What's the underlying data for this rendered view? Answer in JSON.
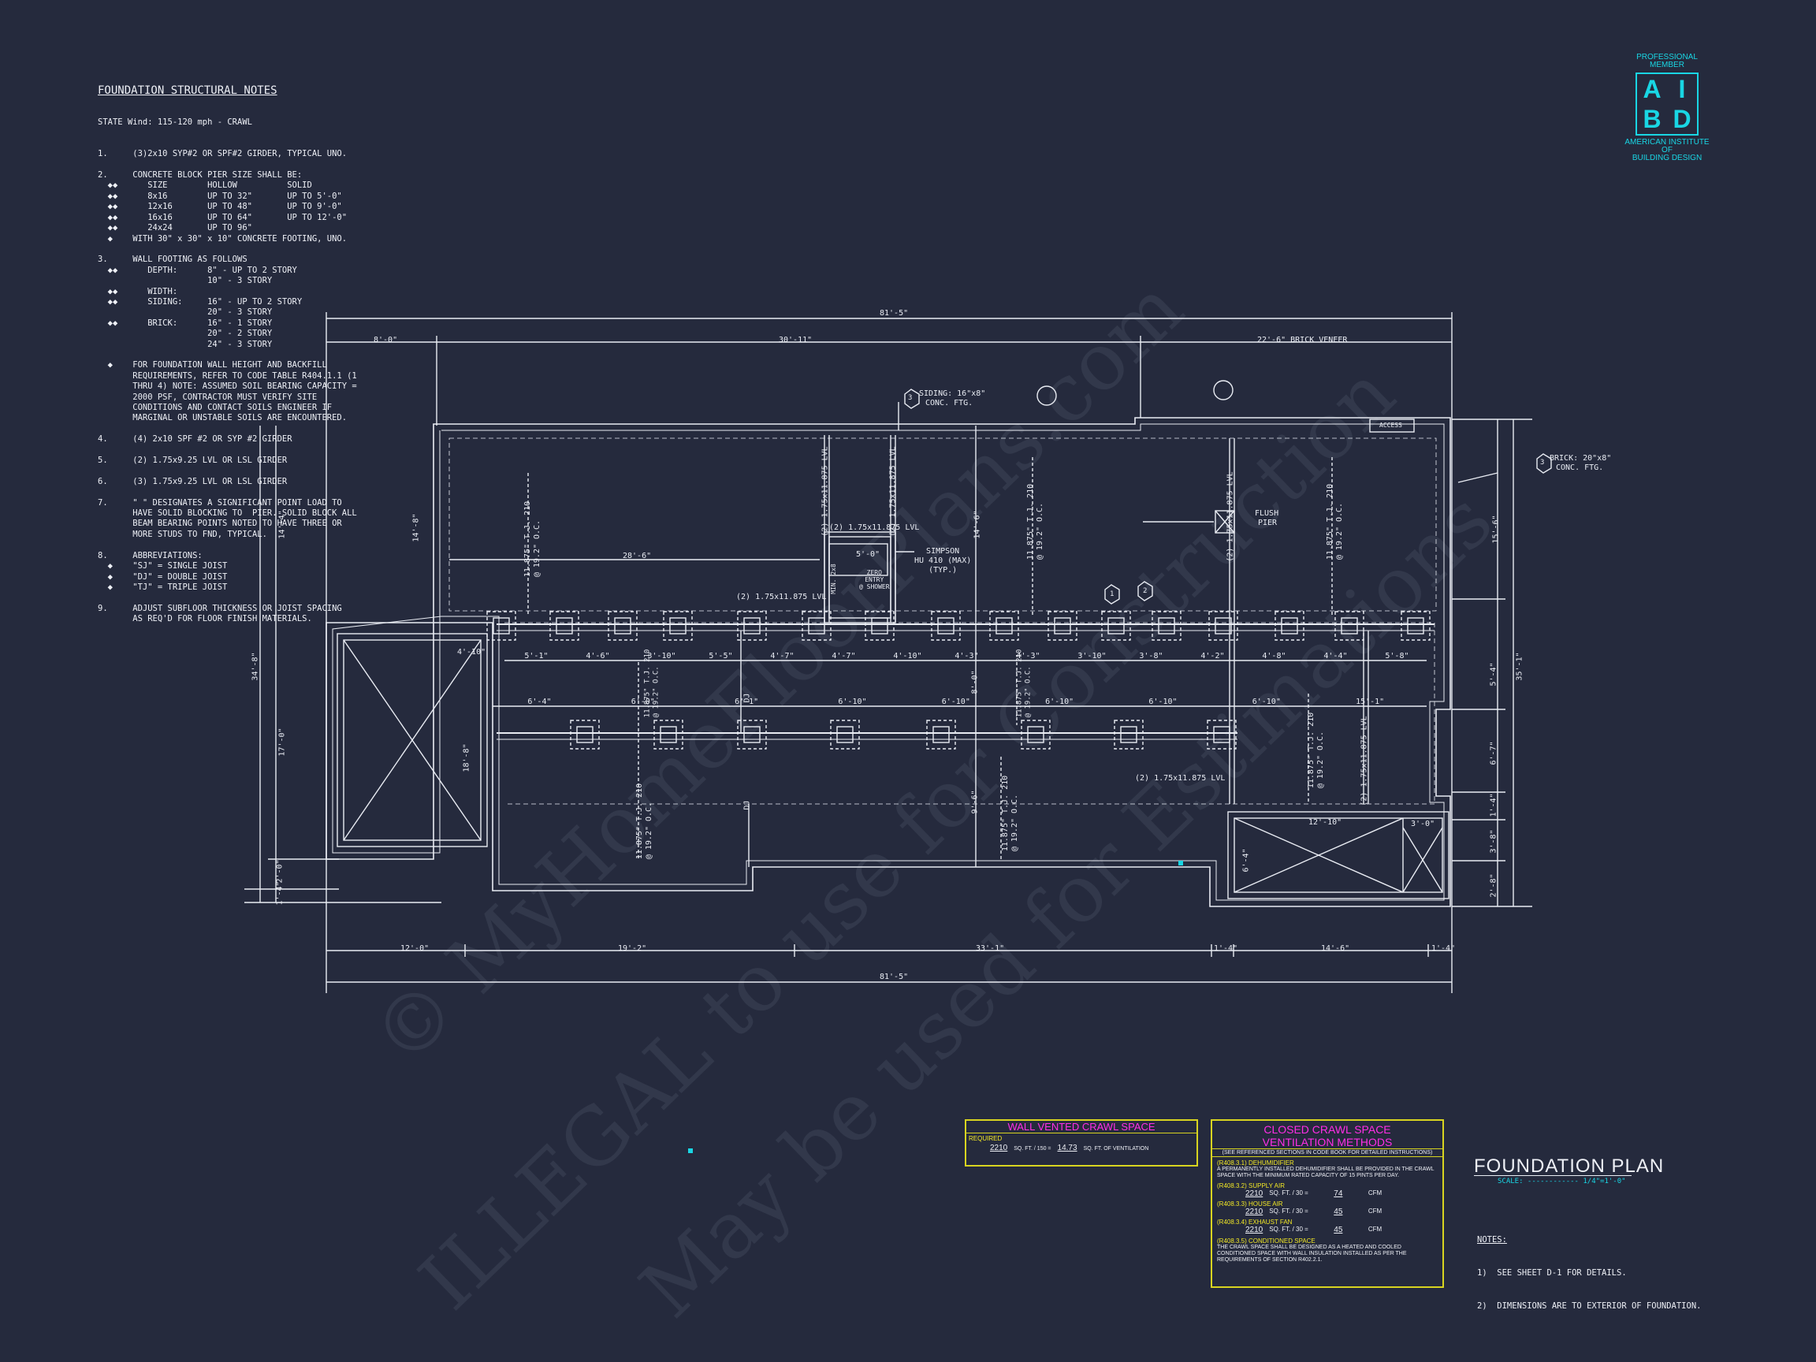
{
  "notes": {
    "title": "FOUNDATION STRUCTURAL NOTES",
    "subtitle": "STATE Wind: 115-120 mph - CRAWL",
    "items": [
      "1.     (3)2x10 SYP#2 OR SPF#2 GIRDER, TYPICAL UNO.",
      "",
      "2.     CONCRETE BLOCK PIER SIZE SHALL BE:",
      "  ◆◆      SIZE        HOLLOW          SOLID",
      "  ◆◆      8x16        UP TO 32\"       UP TO 5'-0\"",
      "  ◆◆      12x16       UP TO 48\"       UP TO 9'-0\"",
      "  ◆◆      16x16       UP TO 64\"       UP TO 12'-0\"",
      "  ◆◆      24x24       UP TO 96\"",
      "  ◆    WITH 30\" x 30\" x 10\" CONCRETE FOOTING, UNO.",
      "",
      "3.     WALL FOOTING AS FOLLOWS",
      "  ◆◆      DEPTH:      8\" - UP TO 2 STORY",
      "                      10\" - 3 STORY",
      "  ◆◆      WIDTH:",
      "  ◆◆      SIDING:     16\" - UP TO 2 STORY",
      "                      20\" - 3 STORY",
      "  ◆◆      BRICK:      16\" - 1 STORY",
      "                      20\" - 2 STORY",
      "                      24\" - 3 STORY",
      "",
      "  ◆    FOR FOUNDATION WALL HEIGHT AND BACKFILL",
      "       REQUIREMENTS, REFER TO CODE TABLE R404.1.1 (1",
      "       THRU 4) NOTE: ASSUMED SOIL BEARING CAPACITY =",
      "       2000 PSF, CONTRACTOR MUST VERIFY SITE",
      "       CONDITIONS AND CONTACT SOILS ENGINEER IF",
      "       MARGINAL OR UNSTABLE SOILS ARE ENCOUNTERED.",
      "",
      "4.     (4) 2x10 SPF #2 OR SYP #2 GIRDER",
      "",
      "5.     (2) 1.75x9.25 LVL OR LSL GIRDER",
      "",
      "6.     (3) 1.75x9.25 LVL OR LSL GIRDER",
      "",
      "7.     \" \" DESIGNATES A SIGNIFICANT POINT LOAD TO",
      "       HAVE SOLID BLOCKING TO  PIER. SOLID BLOCK ALL",
      "       BEAM BEARING POINTS NOTED TO HAVE THREE OR",
      "       MORE STUDS TO FND, TYPICAL.",
      "",
      "8.     ABBREVIATIONS:",
      "  ◆    \"SJ\" = SINGLE JOIST",
      "  ◆    \"DJ\" = DOUBLE JOIST",
      "  ◆    \"TJ\" = TRIPLE JOIST",
      "",
      "9.     ADJUST SUBFLOOR THICKNESS OR JOIST SPACING",
      "       AS REQ'D FOR FLOOR FINISH MATERIALS."
    ]
  },
  "logo": {
    "top": "PROFESSIONAL",
    "top2": "MEMBER",
    "letters": [
      "A",
      "I",
      "B",
      "D"
    ],
    "line1": "AMERICAN INSTITUTE",
    "line2": "OF",
    "line3": "BUILDING DESIGN"
  },
  "watermark": {
    "line1": "© MyHomeFloorPlans.com",
    "line2": "ILLEGAL to use for Construction",
    "line3": "May be used for Estimations"
  },
  "dims": {
    "overall_top": "81'-5\"",
    "overall_bottom": "81'-5\"",
    "top_seg1": "8'-0\"",
    "top_seg2": "30'-11\"",
    "top_seg3": "22'-6\" BRICK VENEER",
    "bot_seg1": "12'-0\"",
    "bot_seg2": "19'-2\"",
    "bot_seg3": "33'-1\"",
    "bot_seg4": "1'-4\"",
    "bot_seg5": "14'-6\"",
    "bot_seg6": "1'-4\"",
    "left_overall": "34'-8\"",
    "left_a": "14'-4\"",
    "left_b": "17'-0\"",
    "left_c": "2'-0\"",
    "left_d": "1'-4\"",
    "right_overall": "35'-1\"",
    "right_a": "15'-6\"",
    "right_b": "5'-4\"",
    "right_c": "6'-7\"",
    "right_d": "1'-4\"",
    "right_e": "3'-8\"",
    "right_f": "2'-8\"",
    "row1": [
      "5'-1\"",
      "4'-6\"",
      "3'-10\"",
      "5'-5\"",
      "4'-7\"",
      "4'-7\"",
      "4'-10\"",
      "4'-3\"",
      "4'-3\"",
      "3'-10\"",
      "3'-8\"",
      "4'-2\"",
      "4'-8\"",
      "4'-4\"",
      "5'-8\""
    ],
    "row2": [
      "6'-4\"",
      "6'-0\"",
      "6'-1\"",
      "6'-10\"",
      "6'-10\"",
      "6'-10\"",
      "6'-10\"",
      "6'-10\"",
      "15'-1\""
    ],
    "misc_28": "28'-6\"",
    "misc_146": "14'-6\"",
    "misc_148": "14'-8\"",
    "misc_80": "8'-0\"",
    "misc_96": "9'-6\"",
    "misc_188": "18'-8\"",
    "misc_410": "4'-10\"",
    "misc_50": "5'-0\"",
    "misc_1210": "12'-10\"",
    "misc_30": "3'-0\"",
    "misc_64": "6'-4\""
  },
  "labels": {
    "siding_ftg": "SIDING: 16\"x8\"",
    "siding_ftg2": "CONC. FTG.",
    "brick_ftg": "BRICK: 20\"x8\"",
    "brick_ftg2": "CONC. FTG.",
    "access": "ACCESS",
    "flush_pier": "FLUSH",
    "flush_pier2": "PIER",
    "simpson": "SIMPSON",
    "simpson2": "HU 410 (MAX)",
    "simpson3": "(TYP.)",
    "lvl_a": "(2) 1.75x11.875 LVL",
    "lvl_b": "(2) 1.75x11.875 LVL",
    "lvl_c": "(2) 1.75x11.875 LVL",
    "joist": "11.875\" T.J. 210",
    "joist2": "@ 19.2\" O.C.",
    "dj": "DJ",
    "zero_entry": "ZERO",
    "zero_entry2": "ENTRY",
    "zero_entry3": "@ SHOWER",
    "min": "MIN. 2x8",
    "tag1": "1",
    "tag2": "2",
    "tag3": "3"
  },
  "wall_vented": {
    "title": "WALL VENTED CRAWL SPACE",
    "required": "REQUIRED",
    "area": "2210",
    "sq1": "SQ. FT. / 150 =",
    "result": "14.73",
    "sq2": "SQ. FT. OF VENTILATION"
  },
  "closed_crawl": {
    "title": "CLOSED CRAWL SPACE",
    "title2": "VENTILATION METHODS",
    "ref": "(SEE REFERENCED SECTIONS IN CODE BOOK FOR DETAILED INSTRUCTIONS)",
    "dehum_h": "(R408.3.1) DEHUMIDIFIER",
    "dehum_t": "A PERMANENTLY INSTALLED DEHUMIDIFIER SHALL BE PROVIDED IN THE CRAWL SPACE WITH THE MINIMUM RATED CAPACITY OF 15 PINTS PER DAY.",
    "supply_h": "(R408.3.2) SUPPLY AIR",
    "house_h": "(R408.3.3) HOUSE AIR",
    "exhaust_h": "(R408.3.4) EXHAUST FAN",
    "area": "2210",
    "per": "SQ. FT. / 30 =",
    "supply_v": "74",
    "house_v": "45",
    "exhaust_v": "45",
    "cfm": "CFM",
    "cond_h": "(R408.3.5) CONDITIONED SPACE",
    "cond_t": "THE CRAWL SPACE SHALL BE DESIGNED AS A HEATED AND COOLED CONDITIONED SPACE WITH WALL INSULATION INSTALLED AS PER THE REQUIREMENTS OF SECTION R402.2.1."
  },
  "title_block": {
    "title": "FOUNDATION PLAN",
    "scale": "SCALE: ------------ 1/4\"=1'-0\"",
    "notes_h": "NOTES:",
    "note1": "1)  SEE SHEET D-1 FOR DETAILS.",
    "note2": "2)  DIMENSIONS ARE TO EXTERIOR OF FOUNDATION."
  },
  "colors": {
    "background": "#252a3d",
    "line": "#e9ecf3",
    "cyan": "#19d6e4",
    "magenta": "#ff2ee6",
    "yellow": "#f2e825"
  }
}
